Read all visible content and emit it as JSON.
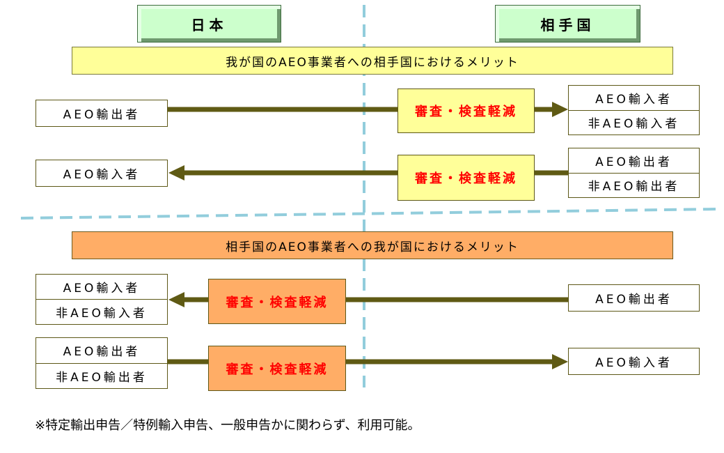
{
  "header": {
    "left_country": "日本",
    "right_country": "相手国"
  },
  "colors": {
    "arrow": "#5f5a14",
    "divider": "#92cddc",
    "review_text": "#ff0000",
    "banner_top": "#ffff99",
    "banner_bottom": "#ffad66",
    "country_button": "#ccffcc"
  },
  "section_top": {
    "banner": "我が国のAEO事業者への相手国におけるメリット",
    "rows": [
      {
        "left": [
          "AEO輸出者"
        ],
        "review": "審査・検査軽減",
        "right": [
          "AEO輸入者",
          "非AEO輸入者"
        ],
        "direction": "to-right"
      },
      {
        "left": [
          "AEO輸入者"
        ],
        "review": "審査・検査軽減",
        "right": [
          "AEO輸出者",
          "非AEO輸出者"
        ],
        "direction": "to-left"
      }
    ]
  },
  "section_bottom": {
    "banner": "相手国のAEO事業者への我が国におけるメリット",
    "rows": [
      {
        "left": [
          "AEO輸入者",
          "非AEO輸入者"
        ],
        "review": "審査・検査軽減",
        "right": [
          "AEO輸出者"
        ],
        "direction": "to-left"
      },
      {
        "left": [
          "AEO輸出者",
          "非AEO輸出者"
        ],
        "review": "審査・検査軽減",
        "right": [
          "AEO輸入者"
        ],
        "direction": "to-right"
      }
    ]
  },
  "footnote": "※特定輸出申告／特例輸入申告、一般申告かに関わらず、利用可能。"
}
